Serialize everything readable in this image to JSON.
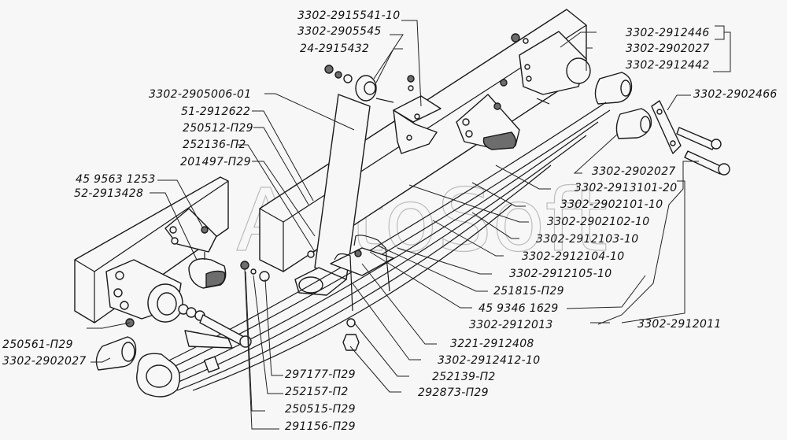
{
  "diagram": {
    "subject": "Rear leaf spring suspension exploded view",
    "watermark": "AutoSoft",
    "labels": [
      {
        "id": "l01",
        "text": "3302-2915541-10"
      },
      {
        "id": "l02",
        "text": "3302-2905545"
      },
      {
        "id": "l03",
        "text": "24-2915432"
      },
      {
        "id": "l04",
        "text": "3302-2905006-01"
      },
      {
        "id": "l05",
        "text": "51-2912622"
      },
      {
        "id": "l06",
        "text": "250512-П29"
      },
      {
        "id": "l07",
        "text": "252136-П2"
      },
      {
        "id": "l08",
        "text": "201497-П29"
      },
      {
        "id": "l09",
        "text": "45 9563 1253"
      },
      {
        "id": "l10",
        "text": "52-2913428"
      },
      {
        "id": "l11",
        "text": "3302-2912446"
      },
      {
        "id": "l12",
        "text": "3302-2902027"
      },
      {
        "id": "l13",
        "text": "3302-2912442"
      },
      {
        "id": "l14",
        "text": "3302-2902466"
      },
      {
        "id": "l15",
        "text": "3302-2902027"
      },
      {
        "id": "l16",
        "text": "3302-2913101-20"
      },
      {
        "id": "l17",
        "text": "3302-2902101-10"
      },
      {
        "id": "l18",
        "text": "3302-2902102-10"
      },
      {
        "id": "l19",
        "text": "3302-2912103-10"
      },
      {
        "id": "l20",
        "text": "3302-2912104-10"
      },
      {
        "id": "l21",
        "text": "3302-2912105-10"
      },
      {
        "id": "l22",
        "text": "251815-П29"
      },
      {
        "id": "l23",
        "text": "45 9346 1629"
      },
      {
        "id": "l24",
        "text": "3302-2912013"
      },
      {
        "id": "l25",
        "text": "3302-2912011"
      },
      {
        "id": "l26",
        "text": "3221-2912408"
      },
      {
        "id": "l27",
        "text": "3302-2912412-10"
      },
      {
        "id": "l28",
        "text": "252139-П2"
      },
      {
        "id": "l29",
        "text": "292873-П29"
      },
      {
        "id": "l30",
        "text": "250561-П29"
      },
      {
        "id": "l31",
        "text": "3302-2902027"
      },
      {
        "id": "l32",
        "text": "297177-П29"
      },
      {
        "id": "l33",
        "text": "252157-П2"
      },
      {
        "id": "l34",
        "text": "250515-П29"
      },
      {
        "id": "l35",
        "text": "291156-П29"
      }
    ]
  }
}
